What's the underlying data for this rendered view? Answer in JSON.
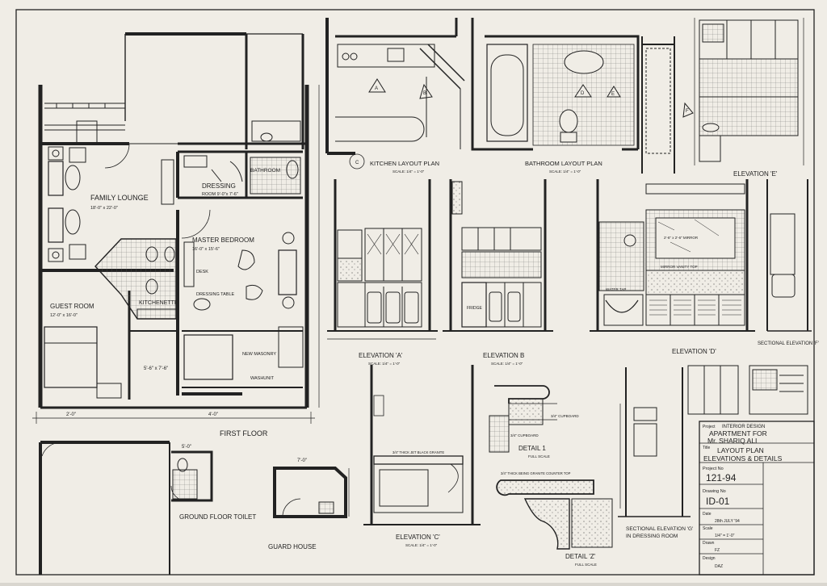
{
  "drawing": {
    "floor_plan": {
      "title": "FIRST FLOOR",
      "rooms": {
        "family_lounge": {
          "name": "FAMILY LOUNGE",
          "size": "18'-0\" x 22'-0\""
        },
        "dressing": {
          "name": "DRESSING",
          "size": "ROOM 9'-0\"x 7'-6\""
        },
        "bathroom": {
          "name": "BATHROOM"
        },
        "master_bedroom": {
          "name": "MASTER BEDROOM",
          "size": "16'-0\" x 15'-6\""
        },
        "kitchenette": {
          "name": "KITCHENETTE"
        },
        "guest_room": {
          "name": "GUEST ROOM",
          "size": "12'-0\" x 16'-0\""
        }
      },
      "notes": {
        "desk": "DESK",
        "dressing_table": "DRESSING TABLE",
        "new_masonry": "NEW MASONRY",
        "washunit": "WASHUNIT",
        "dim_a": "5'-6\" x 7'-6\"",
        "dim_b": "2'-0\"",
        "dim_c": "4'-0\""
      }
    },
    "ground_floor_toilet": {
      "title": "GROUND FLOOR TOILET",
      "dim": "5'-0\""
    },
    "guard_house": {
      "title": "GUARD HOUSE",
      "dim": "7'-0\""
    },
    "kitchen_plan": {
      "title": "KITCHEN LAYOUT PLAN",
      "scale": "SCALE: 1/4\" = 1'-0\"",
      "marker": "C",
      "tags": [
        "A",
        "B"
      ]
    },
    "bathroom_plan": {
      "title": "BATHROOM LAYOUT PLAN",
      "scale": "SCALE: 1/4\" = 1'-0\"",
      "tags": [
        "D",
        "E",
        "F"
      ]
    },
    "elevation_e": {
      "title": "ELEVATION 'E'"
    },
    "elevation_a": {
      "title": "ELEVATION 'A'",
      "scale": "SCALE: 1/4\" = 1'-0\""
    },
    "elevation_b": {
      "title": "ELEVATION B",
      "scale": "SCALE: 1/4\" = 1'-0\"",
      "label_fridge": "FRIDGE"
    },
    "elevation_c": {
      "title": "ELEVATION 'C'",
      "scale": "SCALE: 1/4\" = 1'-0\"",
      "note": "3/4\" THICK JET BLACK GRANITE"
    },
    "elevation_d": {
      "title": "ELEVATION 'D'",
      "notes": [
        "2'-6\" x 2'-6\" MIRROR",
        "MIRROR VANITY TOP",
        "WATER TAP"
      ]
    },
    "sectional_f": {
      "title": "SECTIONAL ELEVATION 'F'"
    },
    "sectional_g": {
      "title": "SECTIONAL ELEVATION 'G'",
      "subtitle": "IN DRESSING ROOM"
    },
    "detail_1": {
      "title": "DETAIL 1",
      "scale": "FULL SCALE",
      "notes": [
        "3/4\" CUPBOARD",
        "3/4\" CUPBOARD"
      ]
    },
    "detail_2": {
      "title": "DETAIL 'Z'",
      "scale": "FULL SCALE",
      "note": "3/4\" THICK BEING GRANITE COUNTER TOP"
    }
  },
  "title_block": {
    "project_label": "Project",
    "project": "INTERIOR DESIGN",
    "line1": "APARTMENT FOR",
    "line2": "Mr. SHARIQ ALI",
    "title_label": "Title",
    "title1": "LAYOUT PLAN",
    "title2": "ELEVATIONS & DETAILS",
    "project_no_label": "Project No",
    "project_no": "121-94",
    "drawing_no_label": "Drawing No",
    "drawing_no": "ID-01",
    "date_label": "Date",
    "date": "28th JULY '94",
    "scale_label": "Scale",
    "scale": "1/4\" = 1'-0\"",
    "drawn_label": "Drawn",
    "drawn": "FZ",
    "design_label": "Design",
    "design": "DAZ"
  }
}
